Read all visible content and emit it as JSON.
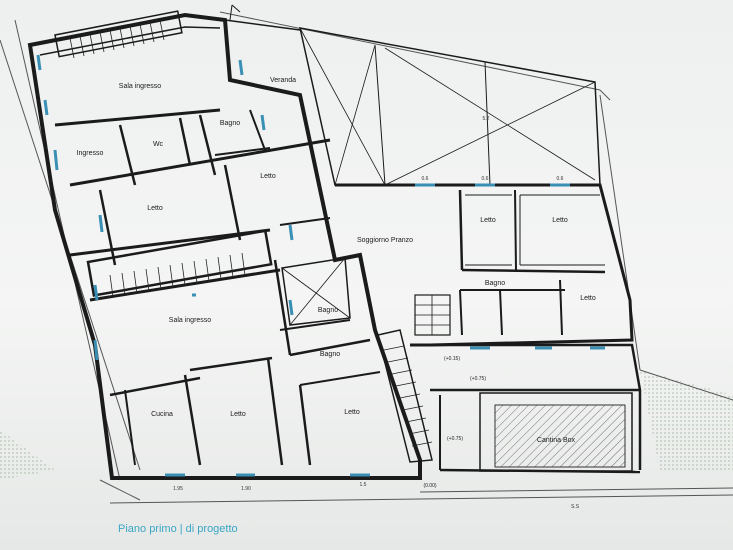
{
  "caption": "Piano primo | di progetto",
  "rooms": {
    "soggiorno_top": "Sala ingresso",
    "veranda": "Veranda",
    "ingresso_top": "Ingresso",
    "wc_top": "Wc",
    "bagno_top": "Bagno",
    "letto_top_right": "Letto",
    "letto_top_mid": "Letto",
    "soggiorno_pranzo": "Soggiorno Pranzo",
    "letto_right_1": "Letto",
    "letto_right_2": "Letto",
    "sala_bottom": "Sala ingresso",
    "bagno_mid": "Bagno",
    "bagno_bottom": "Bagno",
    "cucina_bottom": "Cucina",
    "letto_bottom_1": "Letto",
    "letto_bottom_2": "Letto",
    "cantina": "Cantina Box",
    "bagno_right": "Bagno",
    "letto_far_right": "Letto"
  },
  "levels": {
    "l1": "(+0.15)",
    "l2": "(+0.75)",
    "l3": "(+0.75)",
    "l4": "(0.00)"
  },
  "window_marks": {
    "w1": "1.95",
    "w2": "1.90",
    "w3": "1.5",
    "w4": "0.6",
    "w5": "0.6",
    "w6": "0.6",
    "w7": "5.2",
    "w8": "S.S"
  },
  "colors": {
    "ink": "#1b1b1b",
    "window_blue": "#3a8fb5",
    "caption_blue": "#3aa6c4",
    "garden_green": "#8fb38a"
  }
}
